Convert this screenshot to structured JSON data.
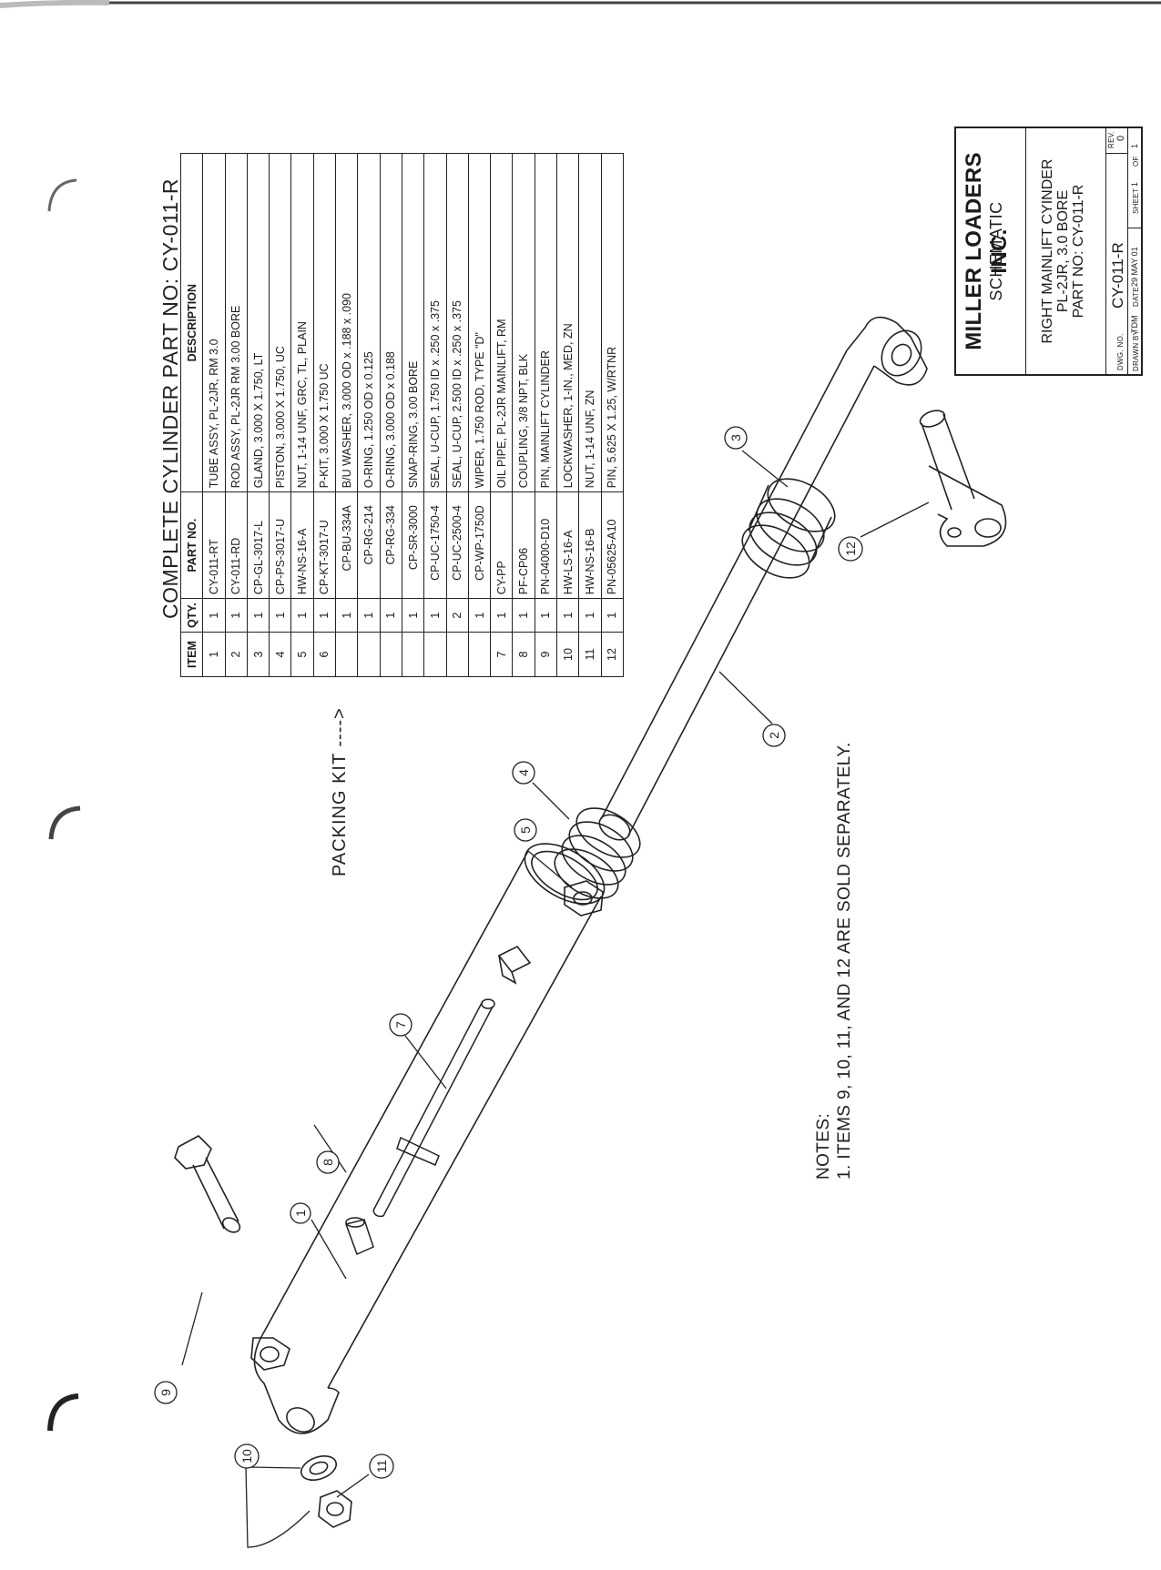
{
  "table": {
    "title": "COMPLETE CYLINDER PART NO: CY-011-R",
    "headers": {
      "item": "ITEM",
      "qty": "QTY.",
      "part": "PART NO.",
      "desc": "DESCRIPTION"
    },
    "rows": [
      {
        "item": "1",
        "qty": "1",
        "part": "CY-011-RT",
        "desc": "TUBE ASSY, PL-2JR, RM 3.0",
        "indent": false
      },
      {
        "item": "2",
        "qty": "1",
        "part": "CY-011-RD",
        "desc": "ROD ASSY, PL-2JR RM 3.00 BORE",
        "indent": false
      },
      {
        "item": "3",
        "qty": "1",
        "part": "CP-GL-3017-L",
        "desc": "GLAND, 3.000 X 1.750, LT",
        "indent": false
      },
      {
        "item": "4",
        "qty": "1",
        "part": "CP-PS-3017-U",
        "desc": "PISTON, 3.000 X 1.750, UC",
        "indent": false
      },
      {
        "item": "5",
        "qty": "1",
        "part": "HW-NS-16-A",
        "desc": "NUT, 1-14 UNF, GRC, TL, PLAIN",
        "indent": false
      },
      {
        "item": "6",
        "qty": "1",
        "part": "CP-KT-3017-U",
        "desc": "P-KIT, 3.000 X 1.750 UC",
        "indent": false
      },
      {
        "item": "",
        "qty": "1",
        "part": "CP-BU-334A",
        "desc": "B/U WASHER, 3.000 OD x .188 x .090",
        "indent": true
      },
      {
        "item": "",
        "qty": "1",
        "part": "CP-RG-214",
        "desc": "O-RING, 1.250 OD x 0.125",
        "indent": true
      },
      {
        "item": "",
        "qty": "1",
        "part": "CP-RG-334",
        "desc": "O-RING, 3.000 OD x 0.188",
        "indent": true
      },
      {
        "item": "",
        "qty": "1",
        "part": "CP-SR-3000",
        "desc": "SNAP-RING, 3.00 BORE",
        "indent": true
      },
      {
        "item": "",
        "qty": "1",
        "part": "CP-UC-1750-4",
        "desc": "SEAL, U-CUP, 1.750 ID x .250 x .375",
        "indent": true
      },
      {
        "item": "",
        "qty": "2",
        "part": "CP-UC-2500-4",
        "desc": "SEAL, U-CUP, 2.500 ID x .250 x .375",
        "indent": true
      },
      {
        "item": "",
        "qty": "1",
        "part": "CP-WP-1750D",
        "desc": "WIPER, 1.750 ROD, TYPE \"D\"",
        "indent": true
      },
      {
        "item": "7",
        "qty": "1",
        "part": "CY-PP",
        "desc": "OIL PIPE, PL-2JR MAINLIFT, RM",
        "indent": false
      },
      {
        "item": "8",
        "qty": "1",
        "part": "PF-CP06",
        "desc": "COUPLING, 3/8 NPT, BLK",
        "indent": false
      },
      {
        "item": "9",
        "qty": "1",
        "part": "PN-04000-D10",
        "desc": "PIN, MAINLIFT CYLINDER",
        "indent": false
      },
      {
        "item": "10",
        "qty": "1",
        "part": "HW-LS-16-A",
        "desc": "LOCKWASHER, 1-IN., MED, ZN",
        "indent": false
      },
      {
        "item": "11",
        "qty": "1",
        "part": "HW-NS-16-B",
        "desc": "NUT, 1-14 UNF, ZN",
        "indent": false
      },
      {
        "item": "12",
        "qty": "1",
        "part": "PN-05625-A10",
        "desc": "PIN, 5.625 X 1.25, W/RTNR",
        "indent": false
      }
    ]
  },
  "packing_kit_label": "PACKING KIT ---->",
  "notes": {
    "heading": "NOTES:",
    "line1": "1. ITEMS 9, 10, 11, AND 12 ARE SOLD SEPARATELY."
  },
  "balloons": [
    "1",
    "2",
    "3",
    "4",
    "5",
    "7",
    "8",
    "9",
    "10",
    "11",
    "12"
  ],
  "title_block": {
    "company": "MILLER LOADERS INC.",
    "doc_type": "SCHEMATIC",
    "desc_line1": "RIGHT MAINLIFT CYINDER",
    "desc_line2": "PL-2JR, 3.0 BORE",
    "desc_line3": "PART NO: CY-011-R",
    "dwg_no_label": "DWG. NO.",
    "dwg_no": "CY-011-R",
    "rev_label": "REV.",
    "rev": "0",
    "drawn_by_label": "DRAWN BY",
    "drawn_by": "TDM",
    "date_label": "DATE",
    "date": "29 MAY 01",
    "sheet_label": "SHEET",
    "sheet": "1",
    "of_label": "OF",
    "sheet_total": "1"
  }
}
